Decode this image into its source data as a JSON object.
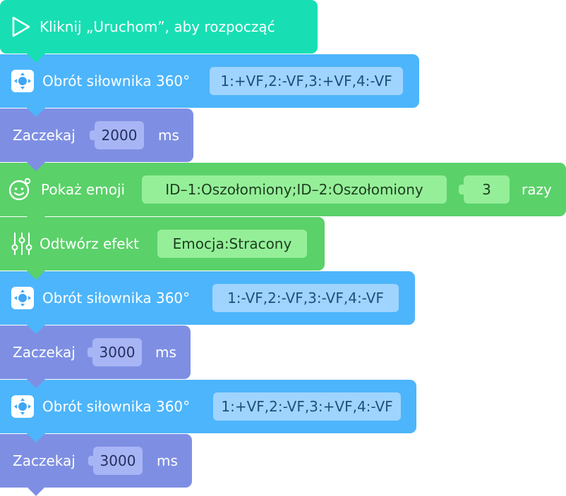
{
  "colors": {
    "start": "#17dfb3",
    "servo": "#4db5fb",
    "wait": "#7e8fe3",
    "emoji": "#5ad169",
    "effect": "#5ad169"
  },
  "start": {
    "label": "Kliknij „Uruchom”, aby rozpocząć",
    "icon": "play-outline-icon"
  },
  "servo_label": "Obrót siłownika 360°",
  "servo_values": [
    "1:+VF,2:-VF,3:+VF,4:-VF",
    "1:-VF,2:-VF,3:-VF,4:-VF",
    "1:+VF,2:-VF,3:+VF,4:-VF"
  ],
  "wait_label": "Zaczekaj",
  "wait_unit": "ms",
  "wait_values": [
    "2000",
    "3000",
    "3000"
  ],
  "emoji": {
    "label": "Pokaż emoji",
    "value": "ID–1:Oszołomiony;ID–2:Oszołomiony",
    "count": "3",
    "unit": "razy",
    "icon": "smiley-face-icon"
  },
  "effect": {
    "label": "Odtwórz efekt",
    "value": "Emocja:Stracony",
    "icon": "equalizer-sliders-icon"
  }
}
